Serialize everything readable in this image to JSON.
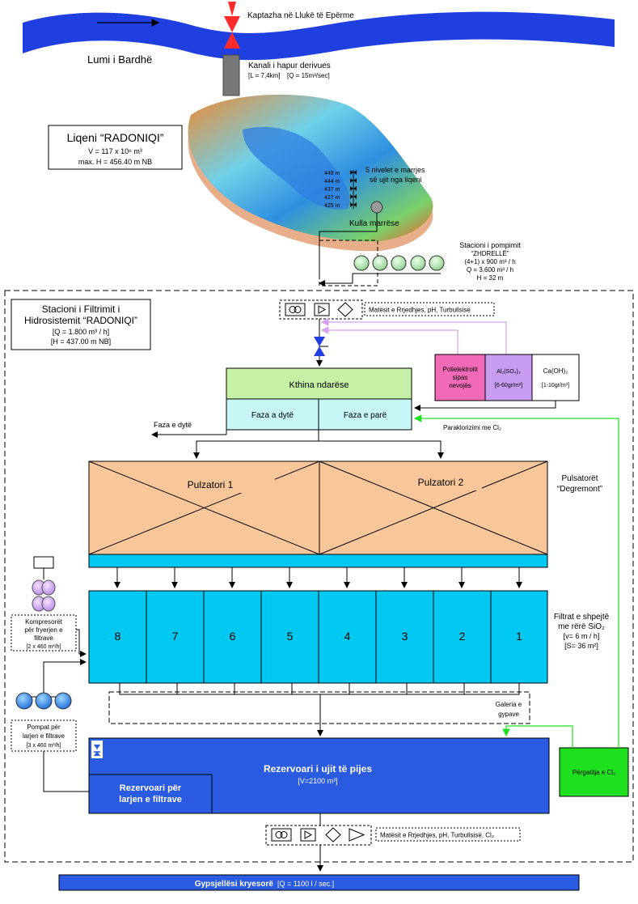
{
  "river": {
    "name": "Lumi i Bardhë",
    "intake": "Kaptazha në Llukë të Epërme",
    "canal_title": "Kanali i hapur derivues",
    "canal_spec_L": "[L = 7,4km]",
    "canal_spec_Q": "[Q = 15m³/sec]"
  },
  "lake": {
    "title": "Liqeni  “RADONIQI”",
    "volume": "V = 117 x 10⁶ m³",
    "max_h": "max. H = 456.40 m NB",
    "levels": [
      "448 m",
      "444 m",
      "437 m",
      "427 m",
      "425 m"
    ],
    "levels_note_1": "5 nivelet e marrjes",
    "levels_note_2": "së ujit nga liqeni",
    "tower": "Kulla marrëse"
  },
  "pump_station": {
    "title": "Stacioni i pompimit",
    "name": "“ZHDRELLË”",
    "spec1": "(4+1) x 900 m³ / h",
    "spec2": "Q = 3.600 m³ / h",
    "spec3": "H = 32 m"
  },
  "filter_station": {
    "title1": "Stacioni i Filtrimit i",
    "title2": "Hidrosistemit “RADONIQI”",
    "spec_q": "[Q = 1.800 m³ / h]",
    "spec_h": "[H = 437.00 m NB]"
  },
  "meter_top": "Matësit e Rrjedhjes, pH, Turbullsisë",
  "chemicals": {
    "poly": [
      "Polielektrolit",
      "sipas",
      "nevojës"
    ],
    "al_name": "Al₂(SO₄)₃",
    "al_dose": "[6-60gr/m³]",
    "ca_name": "Ca(OH)₂",
    "ca_dose": "[1-10gr/m³]"
  },
  "chamber": {
    "title": "Kthina ndarëse",
    "phase2": "Faza a dytë",
    "phase1": "Faza e parë",
    "phase2_out": "Faza e dytë",
    "prechlor": "Paraklorizimi me Cl₂"
  },
  "pulsators": {
    "p1": "Pulzatori 1",
    "p2": "Pulzatori 2",
    "label1": "Pulsatorët",
    "label2": "“Degremont”"
  },
  "filters": {
    "numbers": [
      "8",
      "7",
      "6",
      "5",
      "4",
      "3",
      "2",
      "1"
    ],
    "label1": "Filtrat e shpejtë",
    "label2": "me rërë SiO₂",
    "label3": "[v= 6 m / h]",
    "label4": "[S= 36 m²]"
  },
  "compressors": {
    "l1": "Kompresorët",
    "l2": "për fryerjen e",
    "l3": "filtrave",
    "l4": "[2 x 460 m³/h]"
  },
  "wash_pumps": {
    "l1": "Pompat për",
    "l2": "larjen e filtrave",
    "l3": "[3 x 460 m³/h]"
  },
  "gallery": {
    "l1": "Galeria e",
    "l2": "gypave"
  },
  "reservoir": {
    "title": "Rezervoari i ujit të pijes",
    "volume": "[V=2100 m³]",
    "wash1": "Rezervoari për",
    "wash2": "larjen e filtrave",
    "cl2_prep": "Përgatitja e Cl₂"
  },
  "meter_bottom": "Matësit e Rrjedhjes, pH, Turbullsisë, Cl₂",
  "main_pipe": {
    "title": "Gypsjellësi kryesorë",
    "spec": "[Q = 1100 l / sec.]"
  },
  "colors": {
    "river": "#1f3fe0",
    "pulsator": "#f7c79b",
    "filter": "#00c8f0",
    "reservoir": "#2a5be0",
    "chamber_top": "#c6f0a6",
    "chamber_bottom": "#c6f6f6",
    "poly": "#f06ab8",
    "al": "#c79bf0",
    "cl2": "#1ee01e",
    "main_pipe": "#2a5be0"
  }
}
